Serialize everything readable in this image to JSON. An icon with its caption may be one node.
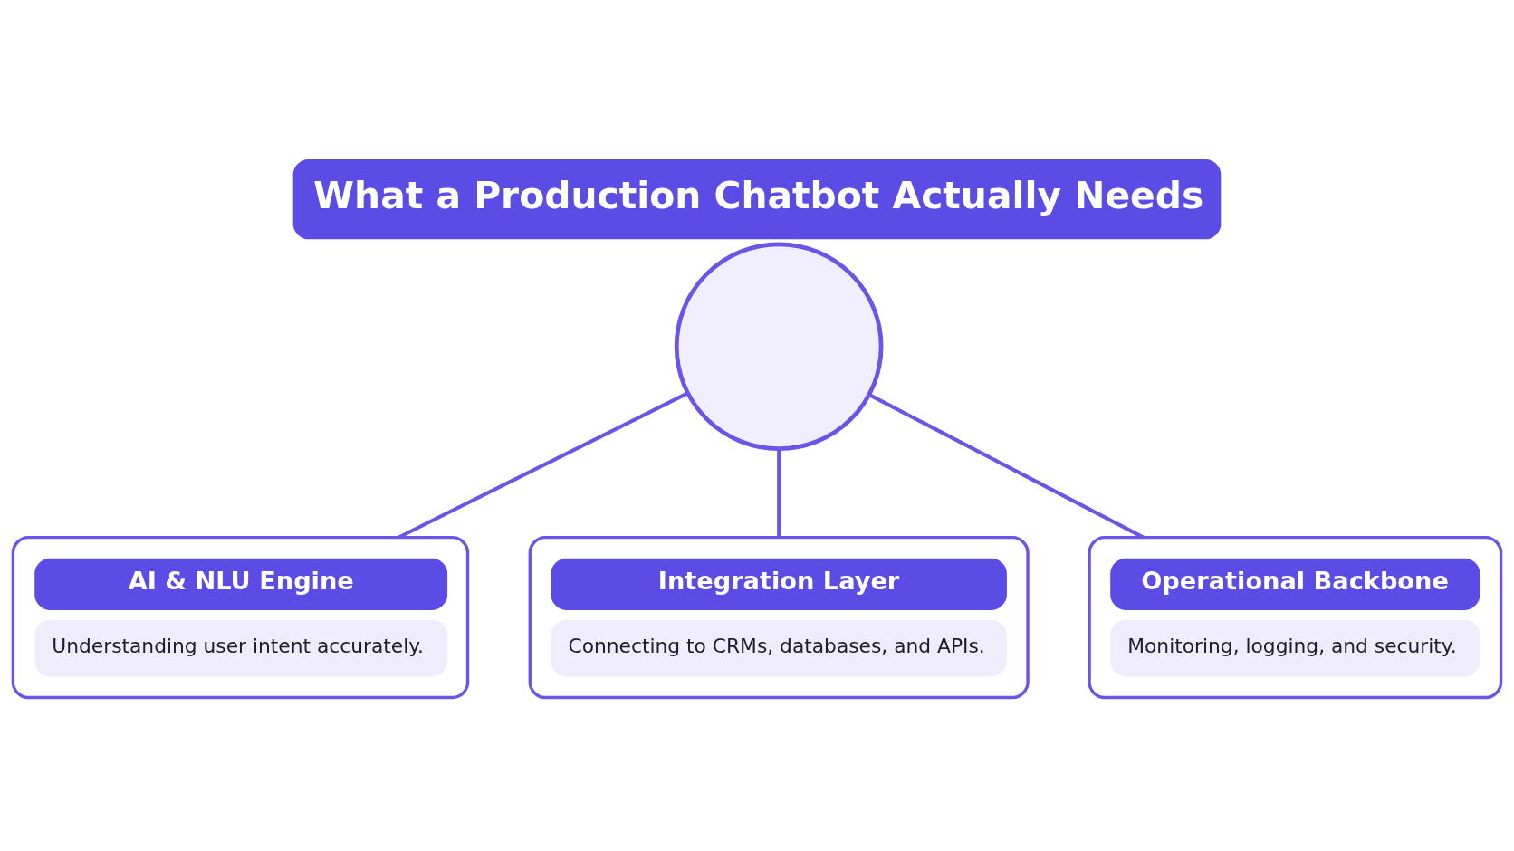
{
  "diagram": {
    "title": "What a Production Chatbot Actually Needs",
    "nodes": [
      {
        "text": [],
        "shape": "circle"
      },
      {
        "text": [
          "AI & NLU Engine",
          "Understanding user intent accurately."
        ]
      },
      {
        "text": [
          "Integration Layer",
          "Connecting to CRMs, databases, and APIs."
        ]
      },
      {
        "text": [
          "Operational Backbone",
          "Monitoring, logging, and security."
        ]
      }
    ],
    "edges": [
      {
        "from": 0,
        "to": 1,
        "arrow": "none"
      },
      {
        "from": 0,
        "to": 2,
        "arrow": "none"
      },
      {
        "from": 0,
        "to": 3,
        "arrow": "none"
      }
    ]
  }
}
